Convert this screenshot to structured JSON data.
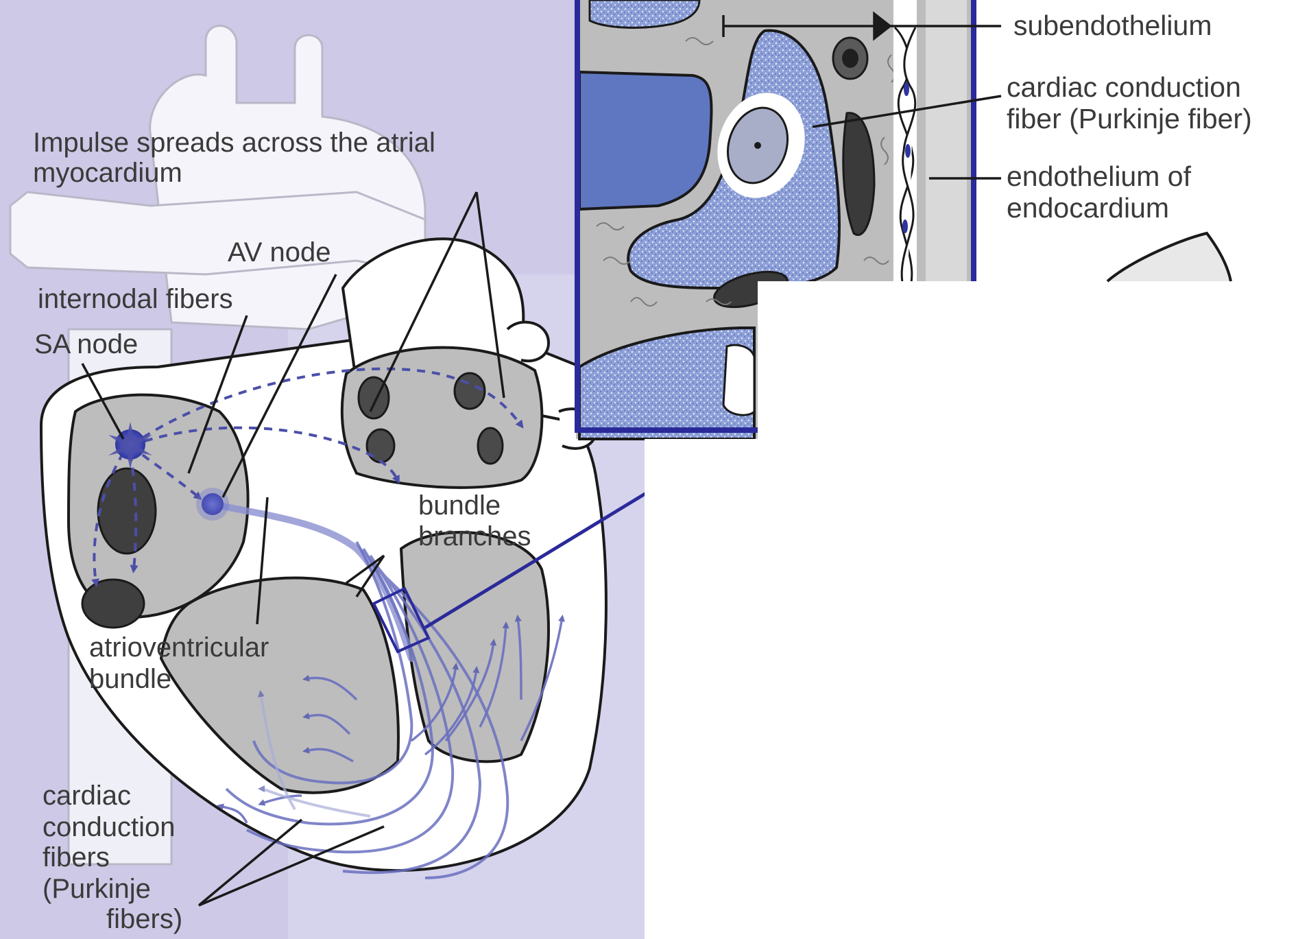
{
  "labels": {
    "impulse": "Impulse spreads across the atrial",
    "impulse_2": "myocardium",
    "av_node": "AV node",
    "internodal": "internodal fibers",
    "sa_node": "SA node",
    "bundle_branches": "bundle",
    "bundle_branches_2": "branches",
    "av_bundle": "atrioventricular",
    "av_bundle_2": "bundle",
    "purkinje": "cardiac",
    "purkinje_2": "conduction",
    "purkinje_3": "fibers",
    "purkinje_4": "(Purkinje",
    "purkinje_5": "fibers)"
  },
  "inset_labels": {
    "subendothelium": "subendothelium",
    "cardiac_fiber": "cardiac conduction",
    "cardiac_fiber_2": "fiber (Purkinje fiber)",
    "endothelium": "endothelium of",
    "endothelium_2": "endocardium"
  },
  "colors": {
    "background_lavender": "#cdc9e6",
    "conduction_blue": "#4b4fa8",
    "inset_border": "#2a2a9a",
    "chamber_gray": "#bdbdbd",
    "dark_gray": "#555555",
    "label_text": "#3a3a3a"
  }
}
